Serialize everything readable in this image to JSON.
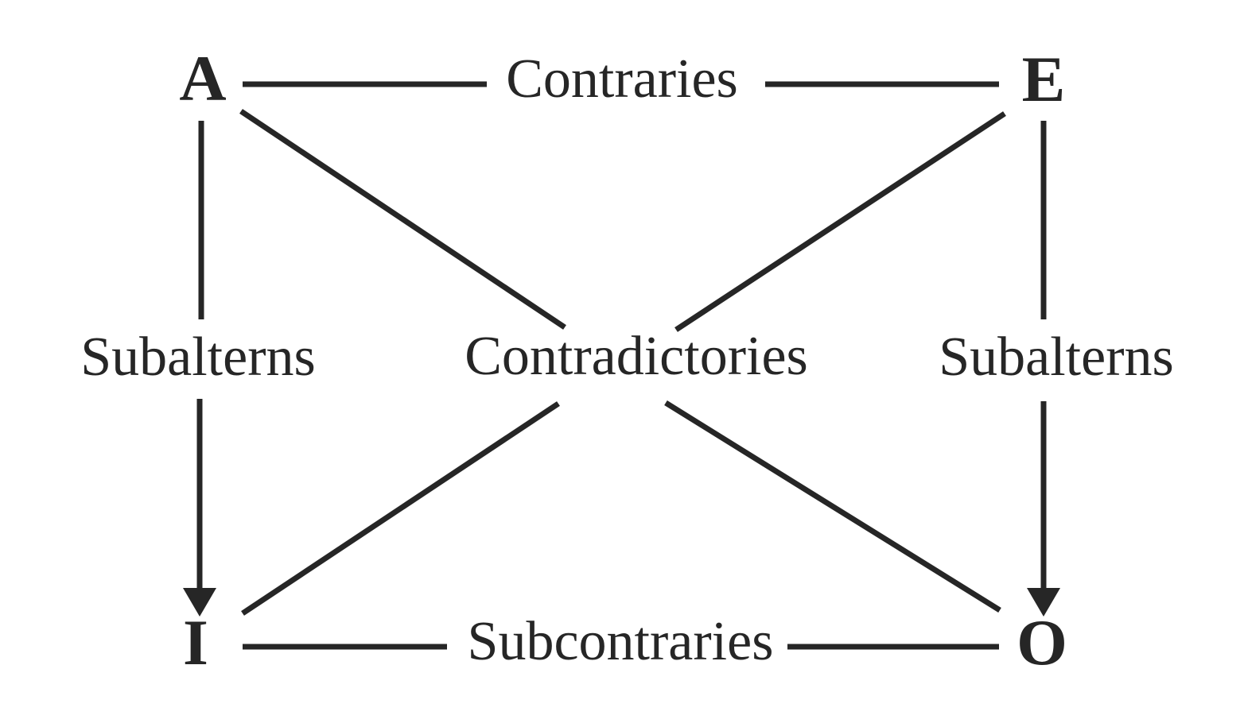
{
  "colors": {
    "ink": "#262626",
    "background": "#ffffff"
  },
  "nodes": {
    "a": "A",
    "e": "E",
    "i": "I",
    "o": "O"
  },
  "labels": {
    "contraries": "Contraries",
    "contradictories": "Contradictories",
    "subcontraries": "Subcontraries",
    "subalterns_left": "Subalterns",
    "subalterns_right": "Subalterns"
  },
  "edges": [
    {
      "from": "A",
      "to": "E",
      "relation": "Contraries",
      "style": "plain-line"
    },
    {
      "from": "I",
      "to": "O",
      "relation": "Subcontraries",
      "style": "plain-line"
    },
    {
      "from": "A",
      "to": "I",
      "relation": "Subalterns",
      "style": "arrow-down"
    },
    {
      "from": "E",
      "to": "O",
      "relation": "Subalterns",
      "style": "arrow-down"
    },
    {
      "from": "A",
      "to": "O",
      "relation": "Contradictories",
      "style": "plain-diagonal"
    },
    {
      "from": "E",
      "to": "I",
      "relation": "Contradictories",
      "style": "plain-diagonal"
    }
  ]
}
